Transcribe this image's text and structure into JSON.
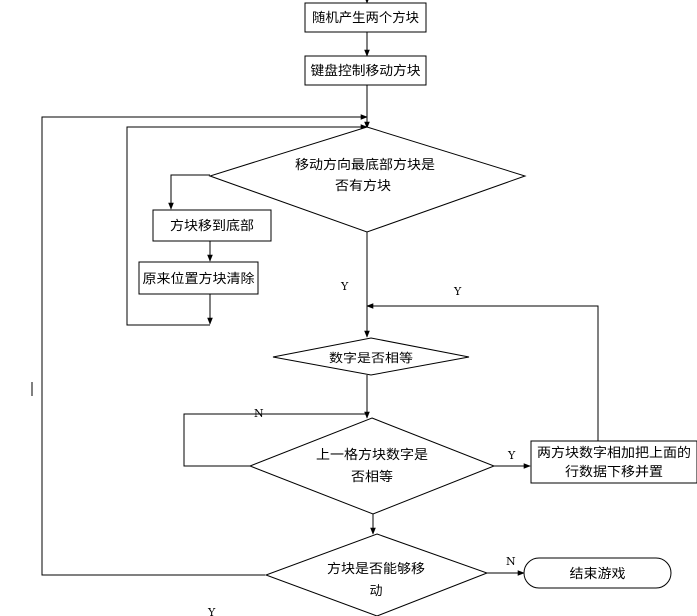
{
  "flowchart": {
    "nodes": {
      "generate": "随机产生两个方块",
      "keyboard": "键盘控制移动方块",
      "check_bottom_1": "移动方向最底部方块是",
      "check_bottom_2": "否有方块",
      "move_to_bottom": "方块移到底部",
      "clear_original": "原来位置方块清除",
      "numbers_equal": "数字是否相等",
      "upper_equal_1": "上一格方块数字是",
      "upper_equal_2": "否相等",
      "merge_1": "两方块数字相加把上面的",
      "merge_2": "行数据下移并置",
      "can_move_1": "方块是否能够移",
      "can_move_2": "动",
      "end_game": "结束游戏"
    },
    "edge_labels": {
      "y_bottom": "Y",
      "y_merge_top": "Y",
      "n_upper": "N",
      "y_upper": "Y",
      "n_can_move": "N",
      "y_can_move": "Y"
    }
  }
}
